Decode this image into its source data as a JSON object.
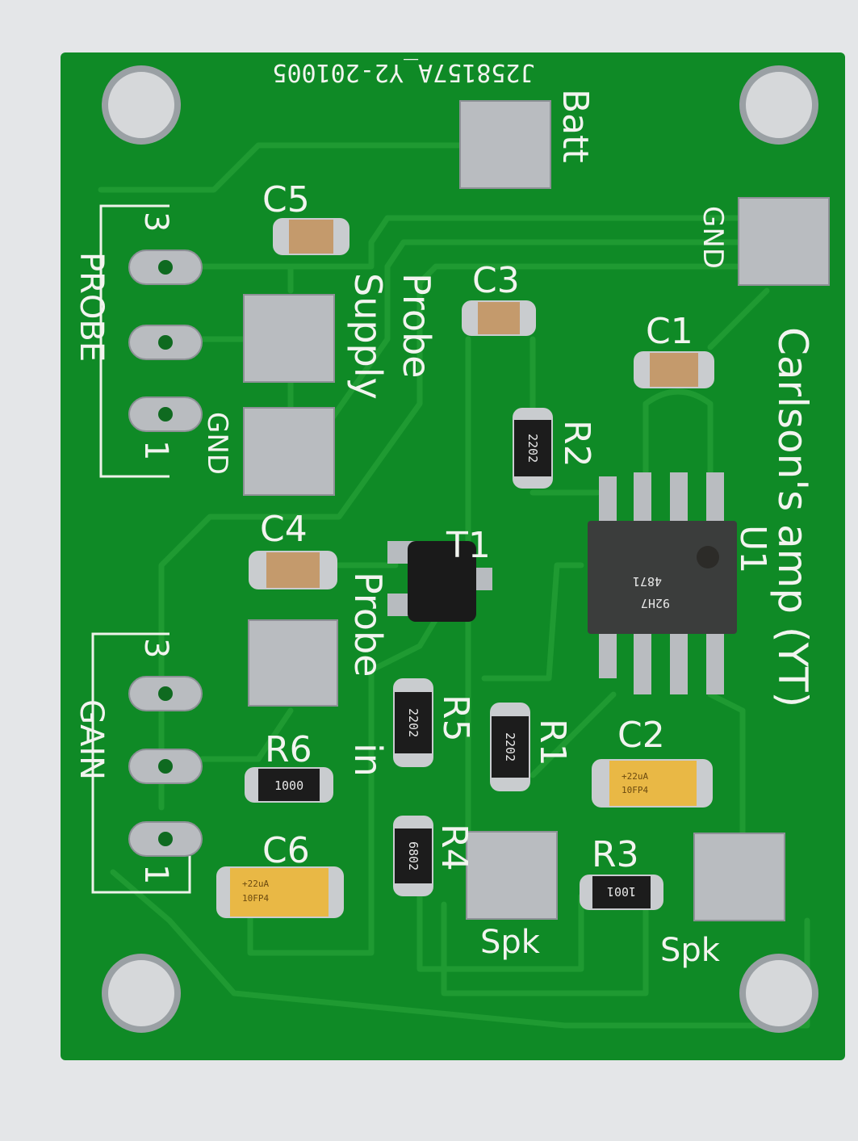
{
  "colors": {
    "board": "#0f8a26",
    "trace": "#1f9a32",
    "silkscreen": "#f2f4ef",
    "pad": "#b9bcc0",
    "background": "#e4e6e8"
  },
  "board": {
    "part_number": "J258157A_Y2-201005",
    "title": "Carlson's amp (YT)",
    "labels": {
      "batt": "Batt",
      "gnd_top": "GND",
      "gnd_probe": "GND",
      "probe_supply_1": "Probe",
      "probe_supply_2": "Supply",
      "probe_in_1": "Probe",
      "probe_in_2": "in",
      "probe": "PROBE",
      "gain": "GAIN",
      "spk_1": "Spk",
      "spk_2": "Spk",
      "pin3_a": "3",
      "pin1_a": "1",
      "pin3_b": "3",
      "pin1_b": "1"
    },
    "refdes": {
      "c1": "C1",
      "c2": "C2",
      "c3": "C3",
      "c4": "C4",
      "c5": "C5",
      "c6": "C6",
      "r1": "R1",
      "r2": "R2",
      "r3": "R3",
      "r4": "R4",
      "r5": "R5",
      "r6": "R6",
      "t1": "T1",
      "u1": "U1"
    },
    "markings": {
      "r1": "2202",
      "r2": "2202",
      "r5": "2202",
      "r3": "1001",
      "r4": "6802",
      "r6": "1000",
      "c2_a": "+22uA",
      "c2_b": "10FP4",
      "c6_a": "+22uA",
      "c6_b": "10FP4",
      "u1_a": "4871",
      "u1_b": "92H7"
    }
  }
}
